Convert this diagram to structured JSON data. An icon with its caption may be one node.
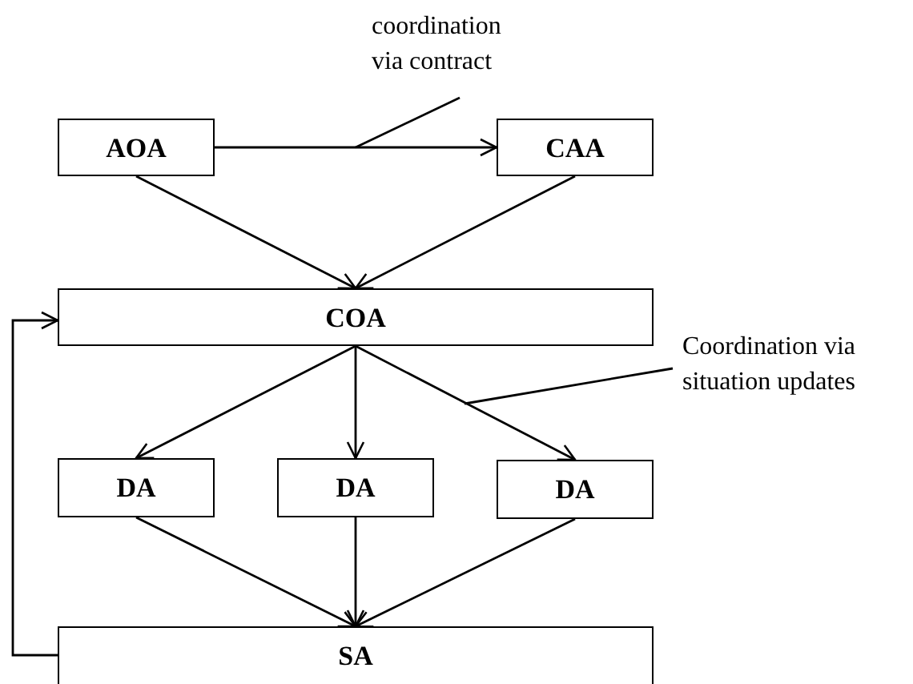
{
  "diagram": {
    "nodes": [
      {
        "text": [
          "AOA"
        ]
      },
      {
        "text": [
          "CAA"
        ]
      },
      {
        "text": [
          "COA"
        ]
      },
      {
        "text": [
          "DA"
        ]
      },
      {
        "text": [
          "DA"
        ]
      },
      {
        "text": [
          "DA"
        ]
      },
      {
        "text": [
          "SA"
        ]
      },
      {
        "text": [
          "coordination via contract"
        ]
      },
      {
        "text": [
          "Coordination via situation updates"
        ]
      }
    ],
    "edges": [
      {
        "from": 0,
        "to": 1,
        "arrow": "to"
      },
      {
        "from": 0,
        "to": 2,
        "arrow": "to"
      },
      {
        "from": 1,
        "to": 2,
        "arrow": "to"
      },
      {
        "from": 2,
        "to": 3,
        "arrow": "to"
      },
      {
        "from": 2,
        "to": 4,
        "arrow": "to"
      },
      {
        "from": 2,
        "to": 5,
        "arrow": "to"
      },
      {
        "from": 3,
        "to": 6,
        "arrow": "to"
      },
      {
        "from": 4,
        "to": 6,
        "arrow": "to"
      },
      {
        "from": 5,
        "to": 6,
        "arrow": "to"
      },
      {
        "from": 6,
        "to": 2,
        "arrow": "to"
      },
      {
        "from": 7,
        "to": null,
        "arrow": "none"
      },
      {
        "from": 8,
        "to": null,
        "arrow": "none"
      }
    ]
  }
}
